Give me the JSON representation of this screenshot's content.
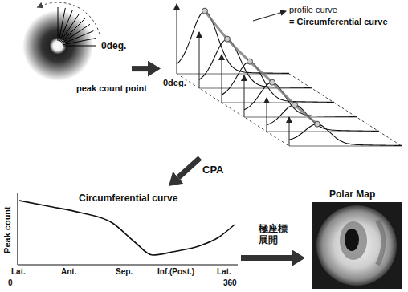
{
  "diagram": {
    "nodes": [
      {
        "text": [
          "0deg."
        ]
      },
      {
        "text": [
          "profile curve",
          "= Circumferential curve",
          "0deg."
        ]
      },
      {
        "text": [
          "Circumferential curve"
        ]
      },
      {
        "text": [
          "Polar Map"
        ]
      }
    ],
    "edges": [
      {
        "from": 0,
        "to": 1,
        "arrow": "to",
        "label": "peak count point"
      },
      {
        "from": 1,
        "to": 2,
        "arrow": "to",
        "label": "CPA"
      },
      {
        "from": 2,
        "to": 3,
        "arrow": "to",
        "label": "極座標 展開"
      }
    ],
    "labels": [
      "Peak count",
      "Lat.",
      "Ant.",
      "Sep.",
      "Inf.(Post.)",
      "Lat.",
      "0",
      "360"
    ]
  }
}
